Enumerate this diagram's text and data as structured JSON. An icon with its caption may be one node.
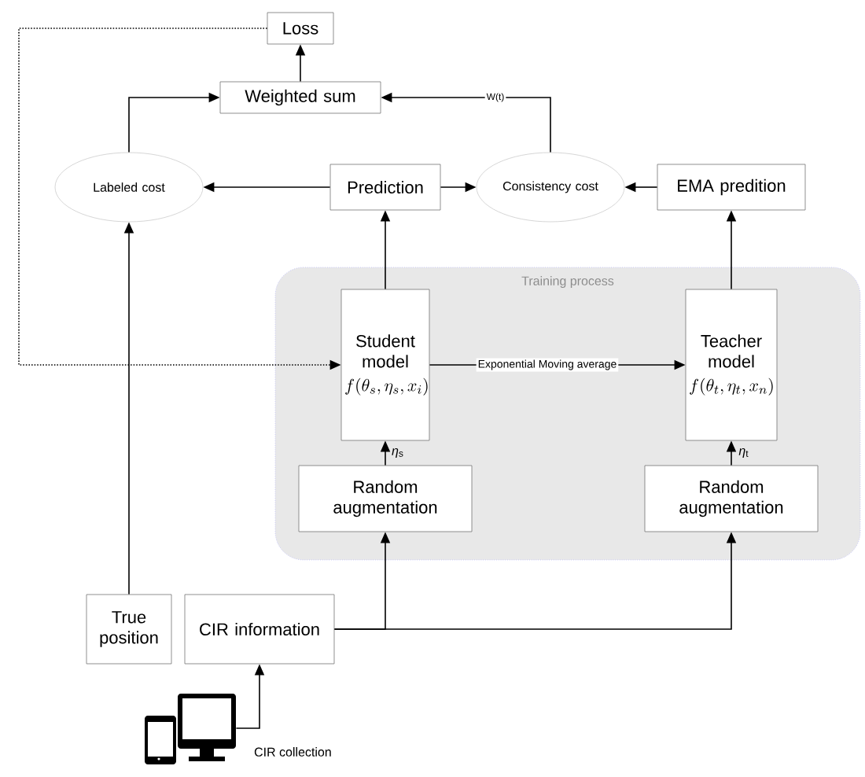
{
  "diagram": {
    "nodes": [
      {
        "text": [
          "Loss"
        ]
      },
      {
        "text": [
          "Weighted sum"
        ]
      },
      {
        "text": [
          "Labeled cost"
        ]
      },
      {
        "text": [
          "Prediction"
        ]
      },
      {
        "text": [
          "Consistency cost"
        ]
      },
      {
        "text": [
          "EMA predition"
        ]
      },
      {
        "text": [
          "Training process"
        ]
      },
      {
        "text": [
          "Student model",
          "f(\\theta_s,\\eta_s,x_i)"
        ],
        "in": 6
      },
      {
        "text": [
          "Teacher model",
          "f(\\theta_t,\\eta_t,x_n)"
        ],
        "in": 6
      },
      {
        "text": [
          "Random augmentation"
        ],
        "in": 6
      },
      {
        "text": [
          "Random augmentation"
        ],
        "in": 6
      },
      {
        "text": [
          "True position"
        ]
      },
      {
        "text": [
          "CIR information"
        ]
      },
      {
        "text": [],
        "shape": "picture",
        "beside": [
          "CIR collection"
        ]
      }
    ],
    "edges": [
      {
        "from": 1,
        "to": 0,
        "arrow": "to"
      },
      {
        "from": 2,
        "to": 1,
        "arrow": "to"
      },
      {
        "from": 4,
        "to": 1,
        "arrow": "to",
        "label": "W(t)"
      },
      {
        "from": 3,
        "to": 2,
        "arrow": "to"
      },
      {
        "from": 3,
        "to": 4,
        "arrow": "to"
      },
      {
        "from": 5,
        "to": 4,
        "arrow": "to"
      },
      {
        "from": 7,
        "to": 3,
        "arrow": "to"
      },
      {
        "from": 8,
        "to": 5,
        "arrow": "to"
      },
      {
        "from": 7,
        "to": 8,
        "arrow": "to",
        "label": "Exponential Moving average"
      },
      {
        "from": 0,
        "to": 7,
        "arrow": "to",
        "style": "dashed"
      },
      {
        "from": 9,
        "to": 7,
        "arrow": "to",
        "label": "*η*$_{s}$"
      },
      {
        "from": 10,
        "to": 8,
        "arrow": "to",
        "label": "*η*$_{t}$"
      },
      {
        "from": 11,
        "to": 2,
        "arrow": "to"
      },
      {
        "from": 12,
        "to": 9,
        "arrow": "to"
      },
      {
        "from": 12,
        "to": 10,
        "arrow": "to"
      },
      {
        "from": 13,
        "to": 12,
        "arrow": "to"
      }
    ]
  }
}
